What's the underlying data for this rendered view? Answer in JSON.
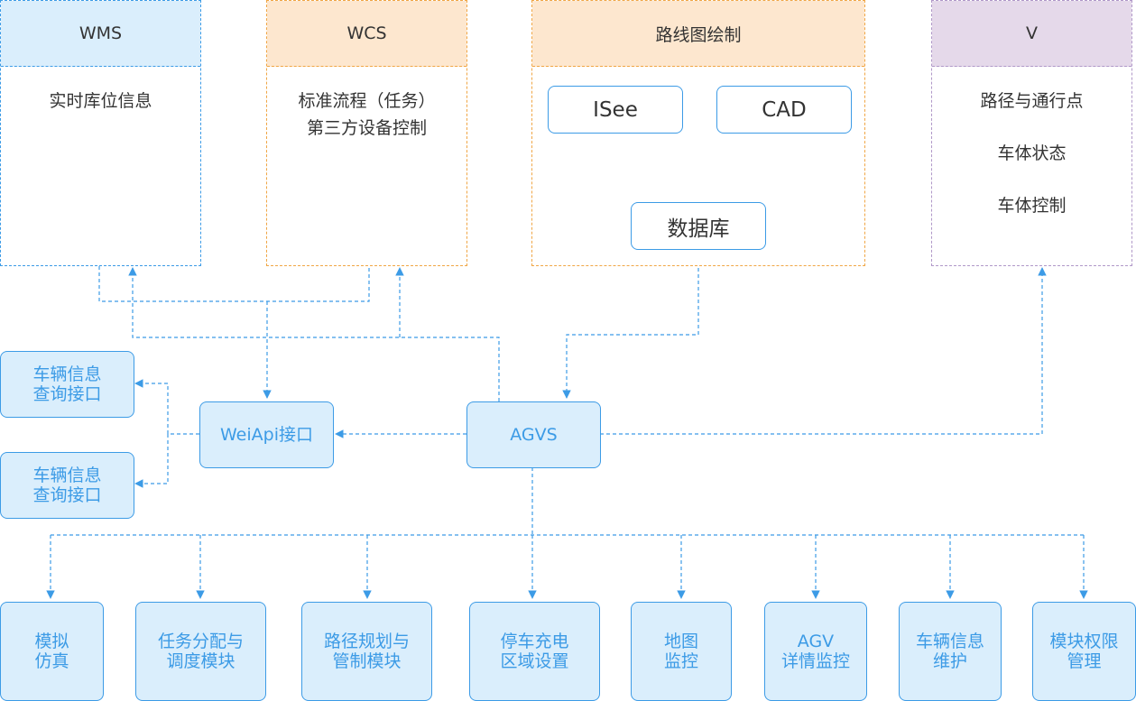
{
  "panels": {
    "wms": {
      "title": "WMS",
      "lines": [
        "实时库位信息"
      ]
    },
    "wcs": {
      "title": "WCS",
      "lines": [
        "标准流程（任务）",
        "第三方设备控制"
      ]
    },
    "route": {
      "title": "路线图绘制",
      "isee": "ISee",
      "cad": "CAD",
      "db": "数据库"
    },
    "v": {
      "title": "V",
      "lines": [
        "路径与通行点",
        "车体状态",
        "车体控制"
      ]
    }
  },
  "nodes": {
    "weiapi": "WeiApi接口",
    "agvs": "AGVS",
    "vehicle_query_1": "车辆信息\n查询接口",
    "vehicle_query_2": "车辆信息\n查询接口"
  },
  "modules": [
    "模拟\n仿真",
    "任务分配与\n调度模块",
    "路径规划与\n管制模块",
    "停车充电\n区域设置",
    "地图\n监控",
    "AGV\n详情监控",
    "车辆信息\n维护",
    "模块权限\n管理"
  ],
  "colors": {
    "blue": "#3c9be6",
    "orange": "#f0a645",
    "purple": "#b098c8",
    "light_blue": "#daeefc",
    "light_orange": "#fde7cf",
    "light_purple": "#e5d9ea"
  }
}
